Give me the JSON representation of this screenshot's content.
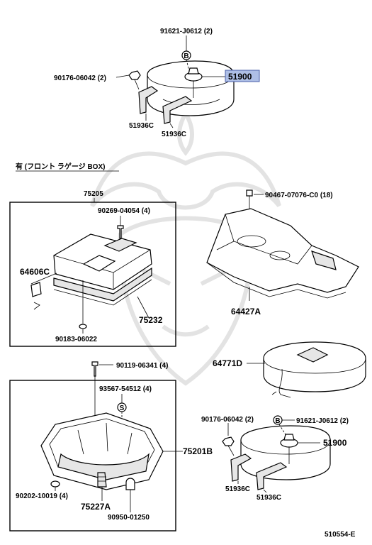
{
  "labels": {
    "a_bolt_top": "91621-J0612 (2)",
    "a_bolt_left": "90176-06042 (2)",
    "a_part_main": "51900",
    "a_bracket_1": "51936C",
    "a_bracket_2": "51936C",
    "section_title": "有 (フロント ラゲージ BOX)",
    "b_box_label": "75205",
    "b_screw": "90269-04054 (4)",
    "b_clip": "64606C",
    "b_mat": "75232",
    "b_grommet": "90183-06022",
    "c_bolt": "90467-07076-C0 (18)",
    "c_plate": "64427A",
    "d_cover": "64771D",
    "e_screw": "90119-06341 (4)",
    "e_nut": "93567-54512 (4)",
    "e_box": "75201B",
    "e_plug": "90202-10019 (4)",
    "e_spring": "75227A",
    "e_clip": "90950-01250",
    "f_bolt_left": "90176-06042 (2)",
    "f_bolt_top": "91621-J0612 (2)",
    "f_part_main": "51900",
    "f_bracket_1": "51936C",
    "f_bracket_2": "51936C",
    "ref_number": "510554-E"
  },
  "callout_marks": {
    "b_mark": "B",
    "s_mark": "S"
  },
  "colors": {
    "highlight": "#aebfe6",
    "line": "#000000",
    "watermark": "#e3e3e3"
  }
}
